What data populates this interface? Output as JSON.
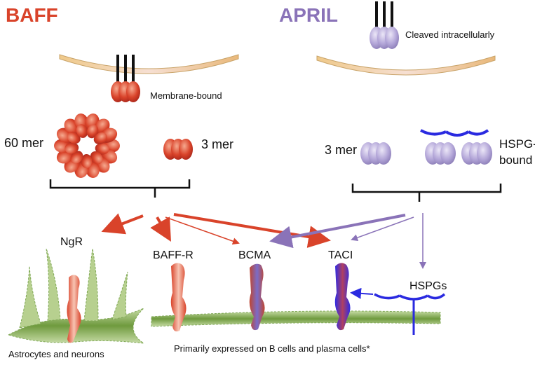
{
  "titles": {
    "baff": "BAFF",
    "april": "APRIL"
  },
  "labels": {
    "cleaved": "Cleaved intracellularly",
    "membrane_bound": "Membrane-bound",
    "mer60": "60 mer",
    "baff_mer3": "3 mer",
    "april_mer3": "3 mer",
    "hspg_bound_1": "HSPG-",
    "hspg_bound_2": "bound",
    "ngr": "NgR",
    "baffr": "BAFF-R",
    "bcma": "BCMA",
    "taci": "TACI",
    "hspgs": "HSPGs",
    "astrocytes": "Astrocytes and neurons",
    "b_cells": "Primarily expressed on B cells and plasma cells*"
  },
  "colors": {
    "baff": "#d9432a",
    "april": "#8a73b8",
    "april_protein": "#b3a6d8",
    "hspg": "#2a2ae0",
    "membrane_green": "#7fa855",
    "membrane_tan": "#e8c79a"
  },
  "icons": {
    "membrane": "curved-membrane-icon",
    "trimer": "trimer-protein-icon",
    "oligomer": "60mer-ring-icon",
    "receptor": "receptor-icon",
    "arrow": "arrow-icon"
  }
}
